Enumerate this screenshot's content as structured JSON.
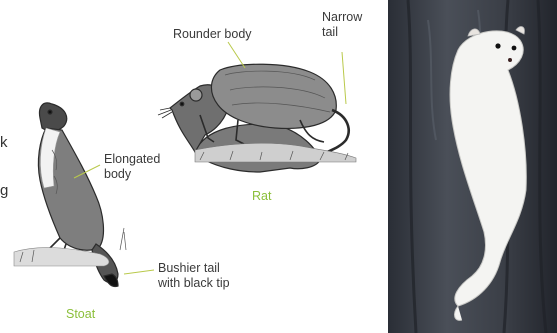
{
  "left_edge_fragments": [
    "k",
    "g"
  ],
  "rat": {
    "caption": "Rat",
    "label_body": "Rounder body",
    "label_tail": [
      "Narrow",
      "tail"
    ]
  },
  "stoat": {
    "caption": "Stoat",
    "label_body": [
      "Elongated",
      "body"
    ],
    "label_tail": [
      "Bushier tail",
      "with black tip"
    ]
  },
  "colors": {
    "caption_green": "#8bbf3a",
    "leader_line": "#b9c94a",
    "photo_bark": "#3c4048",
    "stoat_white": "#f4f4f2"
  },
  "photo": {
    "subject": "white-stoat-on-tree-trunk"
  }
}
